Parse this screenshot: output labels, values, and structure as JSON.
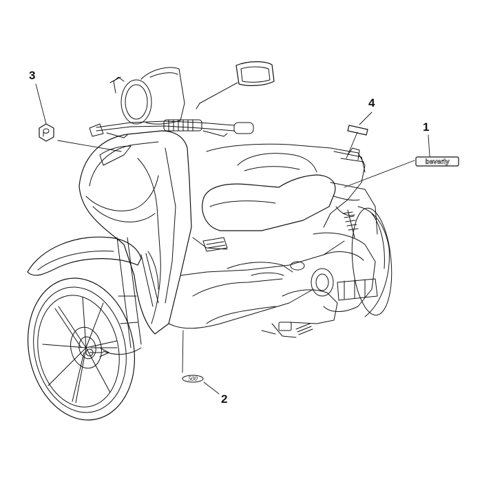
{
  "callouts": {
    "c1": "1",
    "c2": "2",
    "c3": "3",
    "c4": "4"
  },
  "decals": {
    "badge_500": "500",
    "name_decal": "beverly"
  },
  "colors": {
    "line": "#111111",
    "background": "#ffffff"
  }
}
